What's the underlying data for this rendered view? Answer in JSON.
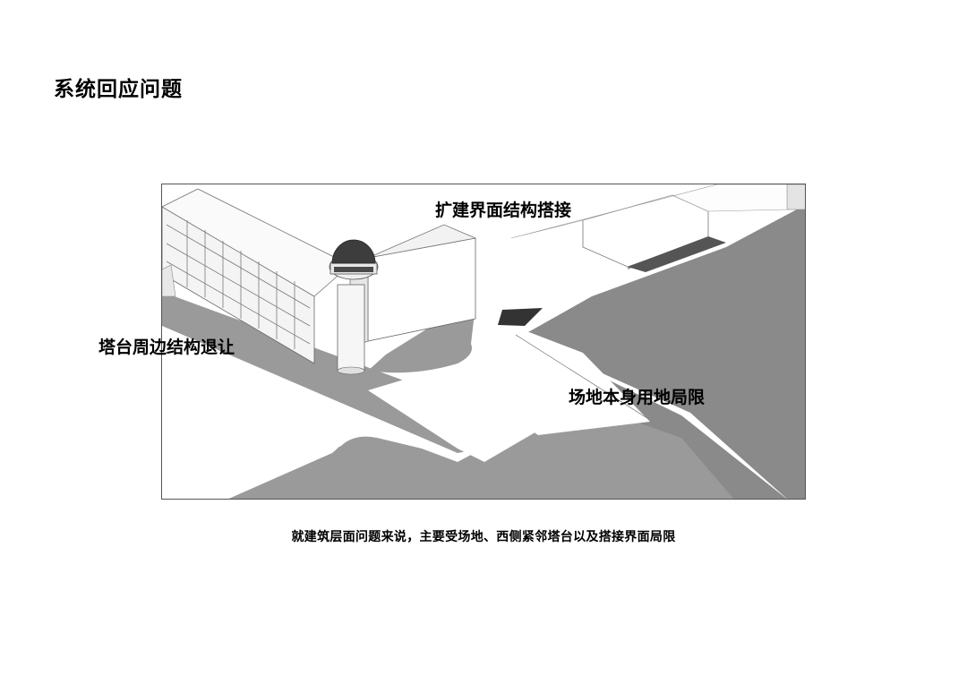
{
  "page": {
    "title": "系统回应问题",
    "caption": "就建筑层面问题来说，主要受场地、西侧紧邻塔台以及搭接界面局限"
  },
  "annotations": {
    "interface": "扩建界面结构搭接",
    "tower": "塔台周边结构退让",
    "site": "场地本身用地局限"
  }
}
